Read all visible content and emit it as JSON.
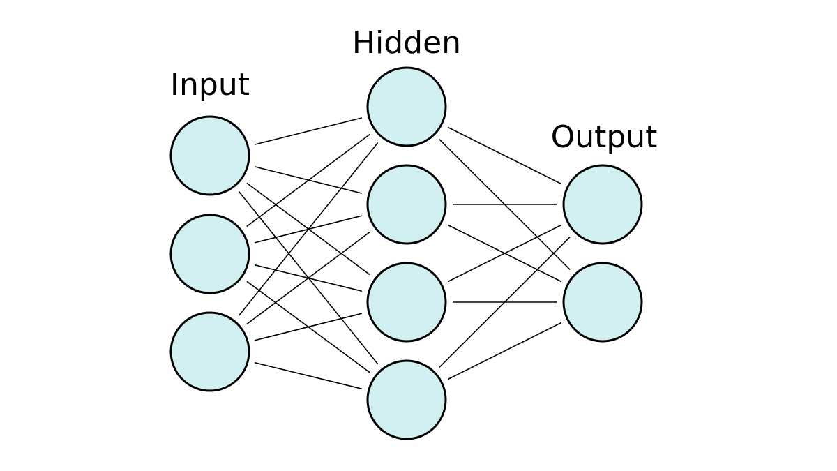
{
  "diagram": {
    "type": "neural-network",
    "node_fill": "#d2f0f1",
    "line_color": "#000000",
    "layers": [
      {
        "id": "input",
        "label": "Input",
        "node_count": 3
      },
      {
        "id": "hidden",
        "label": "Hidden",
        "node_count": 4
      },
      {
        "id": "output",
        "label": "Output",
        "node_count": 2
      }
    ],
    "connectivity": "fully-connected"
  }
}
